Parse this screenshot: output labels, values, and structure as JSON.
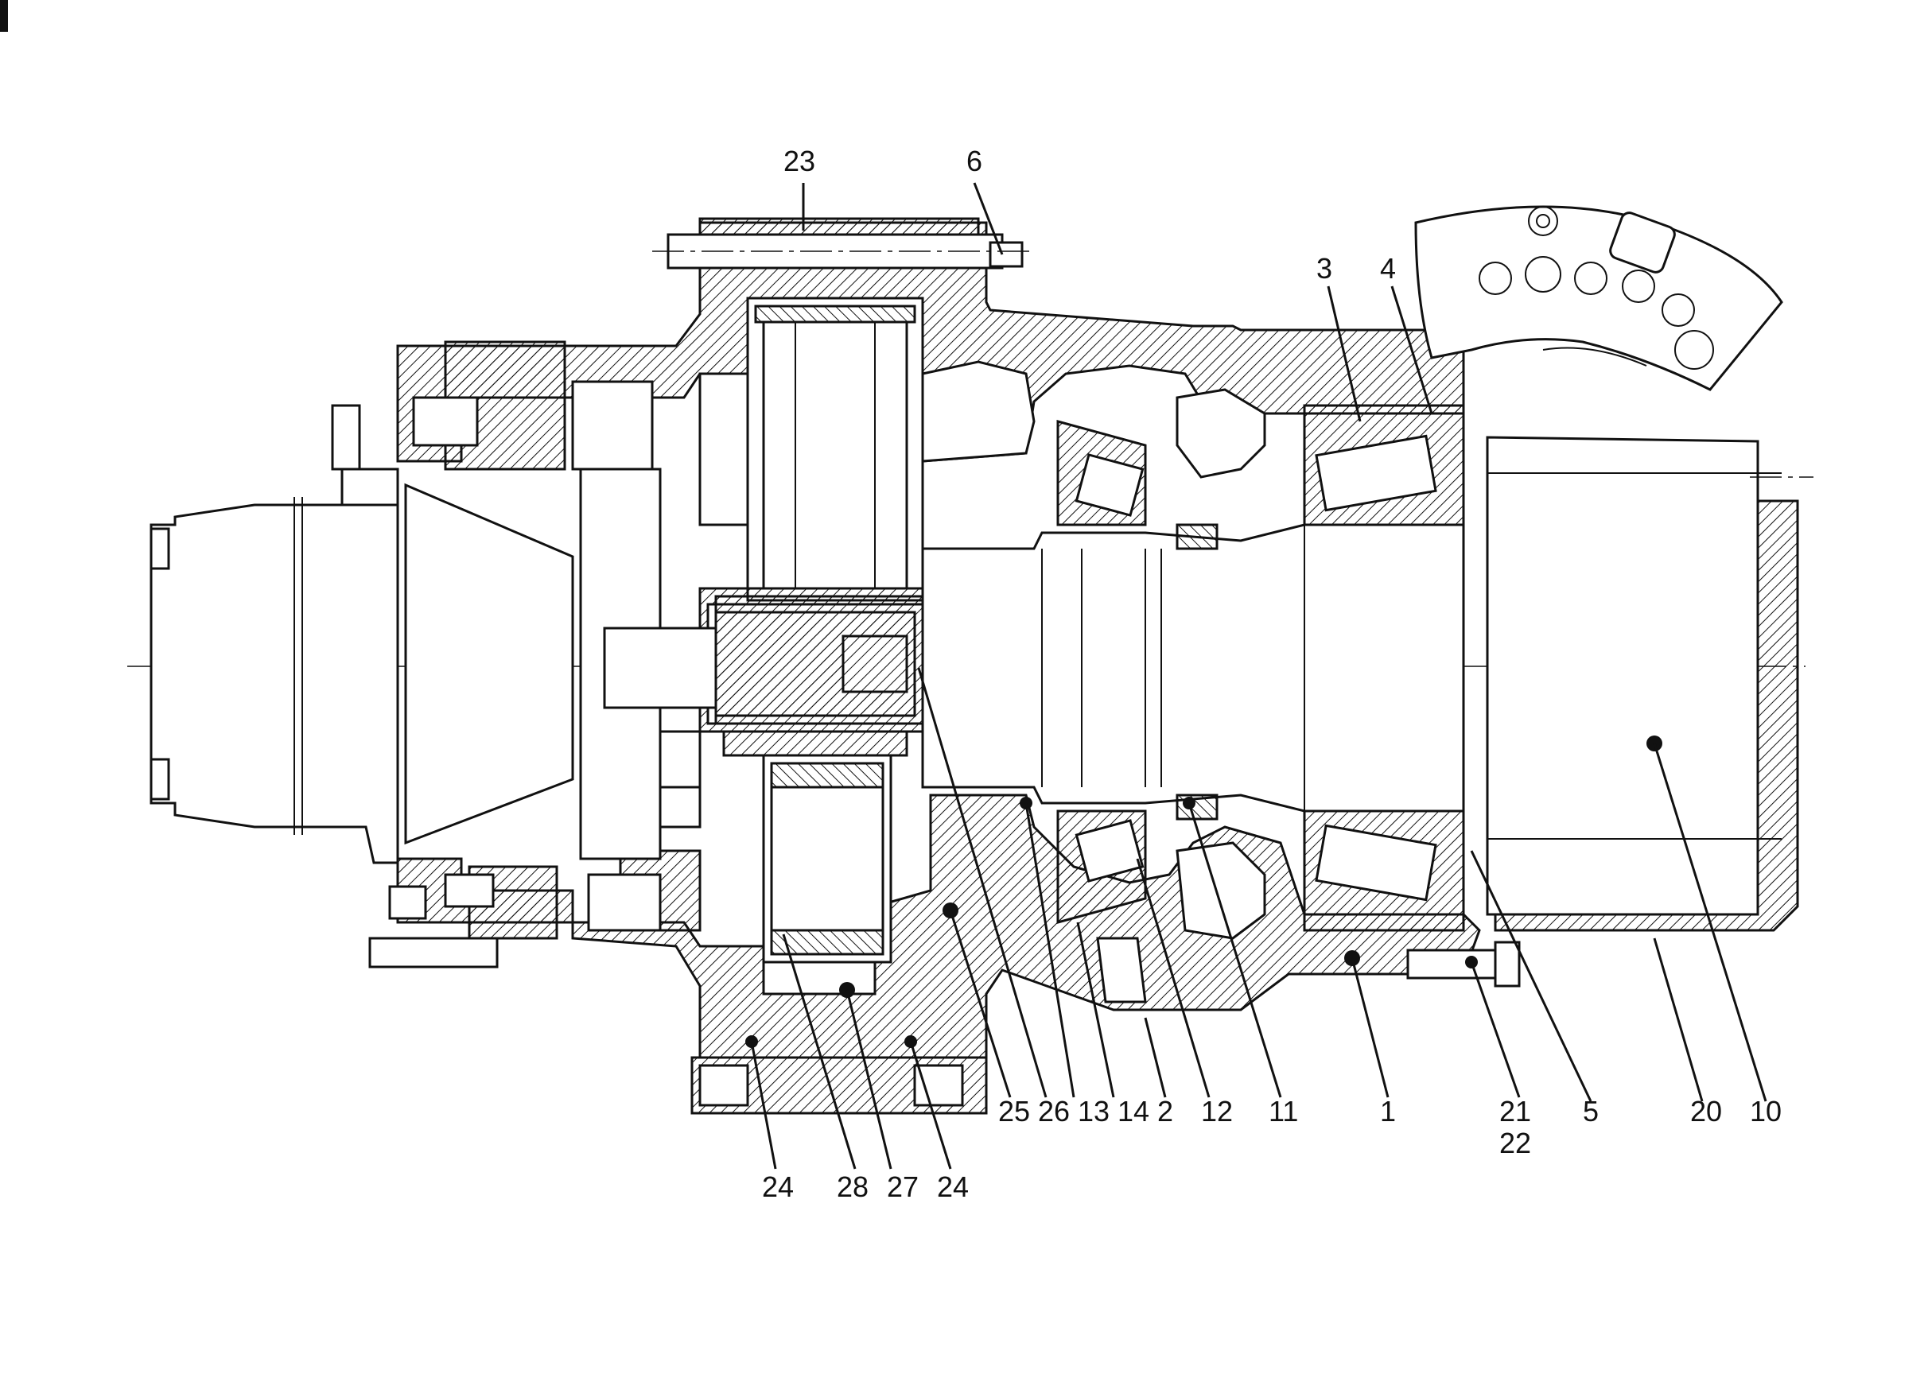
{
  "drawing": {
    "description_labels": {
      "top": [
        "23",
        "6",
        "3",
        "4"
      ],
      "bottom_row_1": [
        "25",
        "26",
        "13",
        "14",
        "2",
        "12",
        "11",
        "1",
        "21",
        "5",
        "20",
        "10"
      ],
      "bottom_row_1_sub": [
        "22"
      ],
      "bottom_row_2": [
        "24",
        "28",
        "27",
        "24"
      ]
    },
    "callouts": {
      "c23": "23",
      "c6": "6",
      "c3": "3",
      "c4": "4",
      "c25": "25",
      "c26": "26",
      "c13": "13",
      "c14": "14",
      "c2": "2",
      "c12": "12",
      "c11": "11",
      "c1": "1",
      "c21": "21",
      "c22": "22",
      "c5": "5",
      "c20": "20",
      "c10": "10",
      "c24a": "24",
      "c28": "28",
      "c27": "27",
      "c24b": "24"
    }
  }
}
